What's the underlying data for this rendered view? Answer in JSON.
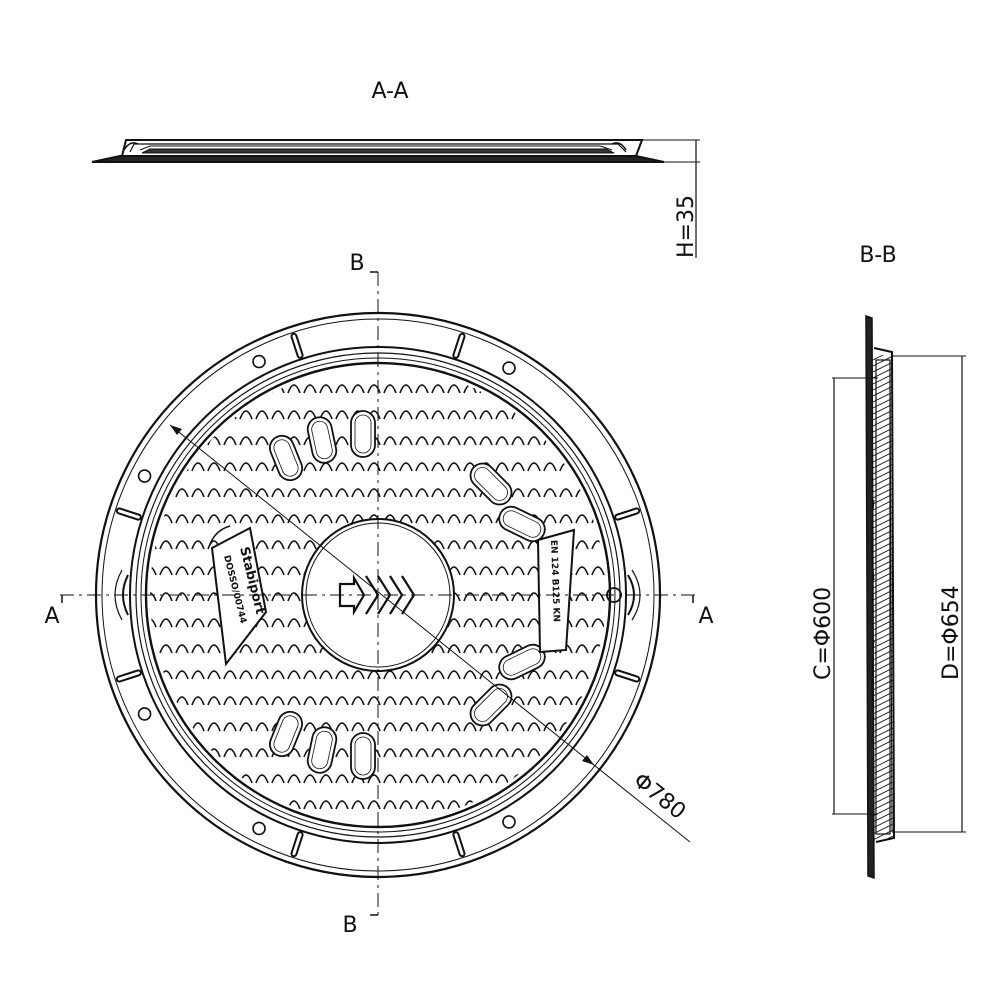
{
  "views": {
    "section_aa": {
      "title": "A-A"
    },
    "section_bb": {
      "title": "B-B"
    },
    "plan": {
      "markers": {
        "b_top": "B",
        "b_bottom": "B",
        "a_left": "A",
        "a_right": "A"
      }
    }
  },
  "dimensions": {
    "height": "H=35",
    "outer_diameter": "Φ780",
    "clear_opening": "C=Φ600",
    "frame_inner": "D=Φ654"
  },
  "cover_markings": {
    "left_plate_line1": "Stabiport",
    "left_plate_line2": "DOSSO/00744",
    "right_plate_line1": "EN 124 B125 KN"
  },
  "colors": {
    "line": "#111111",
    "background": "#ffffff"
  }
}
